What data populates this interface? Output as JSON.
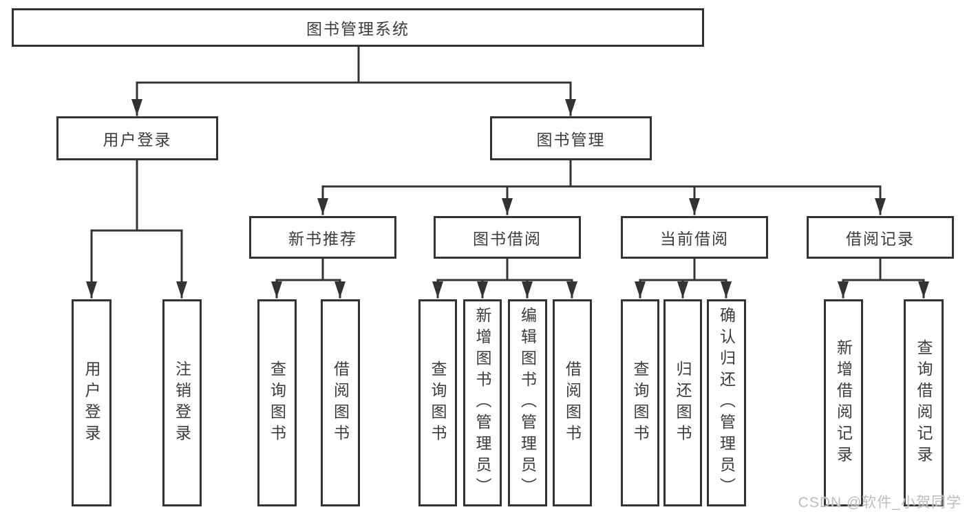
{
  "diagram": {
    "root": {
      "id": "library-management-system",
      "label": "图书管理系统"
    },
    "level2": [
      {
        "id": "user-login",
        "label": "用户登录",
        "parent": "library-management-system"
      },
      {
        "id": "book-management",
        "label": "图书管理",
        "parent": "library-management-system"
      }
    ],
    "level3": [
      {
        "id": "new-book-recommendation",
        "label": "新书推荐",
        "parent": "book-management"
      },
      {
        "id": "book-borrowing",
        "label": "图书借阅",
        "parent": "book-management"
      },
      {
        "id": "current-borrowing",
        "label": "当前借阅",
        "parent": "book-management"
      },
      {
        "id": "borrowing-records",
        "label": "借阅记录",
        "parent": "book-management"
      }
    ],
    "leaves": [
      {
        "id": "user-login-action",
        "label": "用户登录",
        "parent": "user-login"
      },
      {
        "id": "logout-action",
        "label": "注销登录",
        "parent": "user-login"
      },
      {
        "id": "query-books-recommendation",
        "label": "查询图书",
        "parent": "new-book-recommendation"
      },
      {
        "id": "borrow-books-recommendation",
        "label": "借阅图书",
        "parent": "new-book-recommendation"
      },
      {
        "id": "query-books-borrowing",
        "label": "查询图书",
        "parent": "book-borrowing"
      },
      {
        "id": "add-books-admin",
        "label": "新增图书（管理员）",
        "parent": "book-borrowing"
      },
      {
        "id": "edit-books-admin",
        "label": "编辑图书（管理员）",
        "parent": "book-borrowing"
      },
      {
        "id": "borrow-books",
        "label": "借阅图书",
        "parent": "book-borrowing"
      },
      {
        "id": "query-books-current",
        "label": "查询图书",
        "parent": "current-borrowing"
      },
      {
        "id": "return-books",
        "label": "归还图书",
        "parent": "current-borrowing"
      },
      {
        "id": "confirm-return-admin",
        "label": "确认归还（管理员）",
        "parent": "current-borrowing"
      },
      {
        "id": "add-borrowing-record",
        "label": "新增借阅记录",
        "parent": "borrowing-records"
      },
      {
        "id": "query-borrowing-record",
        "label": "查询借阅记录",
        "parent": "borrowing-records"
      }
    ]
  },
  "watermark": {
    "text": "CSDN @软件_小贺同学"
  },
  "colors": {
    "line": "#333333",
    "box_border": "#333333",
    "text": "#3c3c3c",
    "background": "#ffffff",
    "watermark": "#bdbdbd"
  }
}
